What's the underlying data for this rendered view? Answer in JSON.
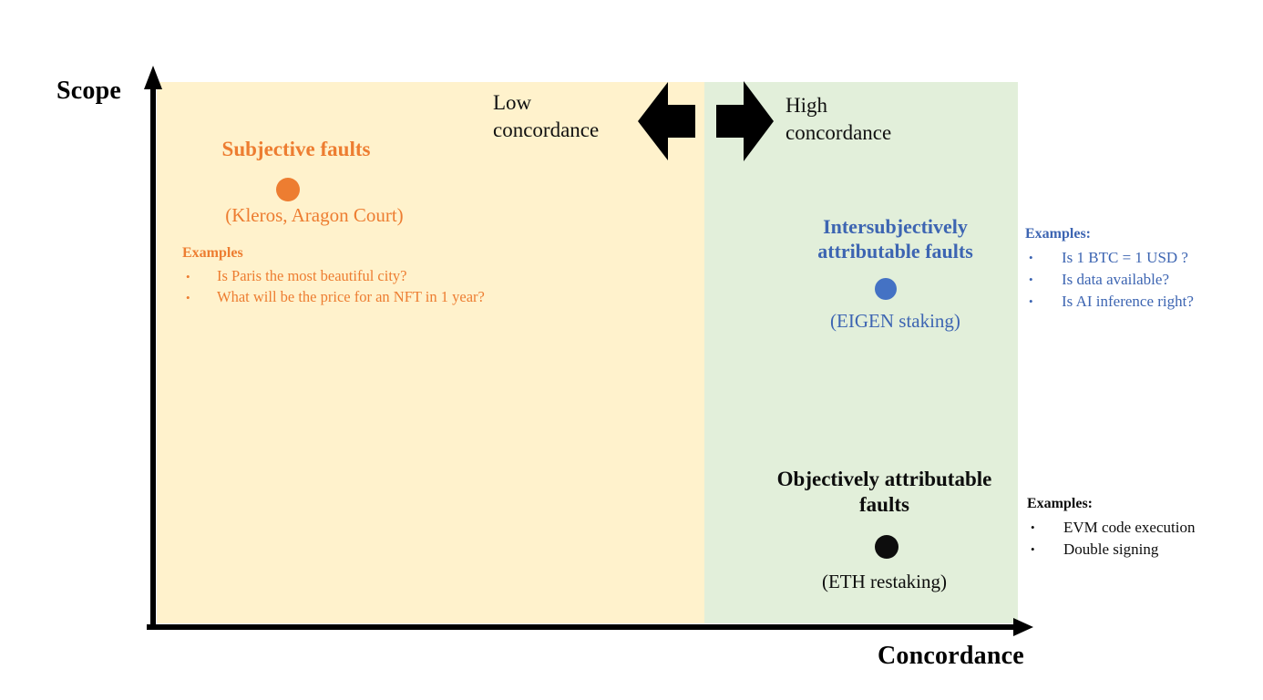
{
  "axes": {
    "y_label": "Scope",
    "x_label": "Concordance"
  },
  "banner": {
    "low": {
      "label": "Low\nconcordance"
    },
    "high": {
      "label": "High\nconcordance"
    }
  },
  "groups": {
    "subjective": {
      "title": "Subjective faults",
      "caption": "(Kleros, Aragon Court)",
      "examples_heading": "Examples",
      "examples": [
        "Is Paris the most beautiful city?",
        "What will be the price for an NFT in 1 year?"
      ]
    },
    "intersubjective": {
      "title": "Intersubjectively attributable faults",
      "caption": "(EIGEN staking)",
      "examples_heading": "Examples:",
      "examples": [
        "Is 1 BTC = 1 USD ?",
        "Is data available?",
        "Is AI inference right?"
      ]
    },
    "objective": {
      "title": "Objectively attributable faults",
      "caption": "(ETH restaking)",
      "examples_heading": "Examples:",
      "examples": [
        "EVM code execution",
        "Double signing"
      ]
    }
  },
  "colors": {
    "low_region_bg": "#FFF2CC",
    "high_region_bg": "#E2EFDA",
    "subjective_accent": "#ED7D31",
    "intersubjective_text": "#3D65B2",
    "intersubjective_dot": "#4472C4",
    "objective_accent": "#0D0D0D",
    "axis_color": "#000000"
  }
}
